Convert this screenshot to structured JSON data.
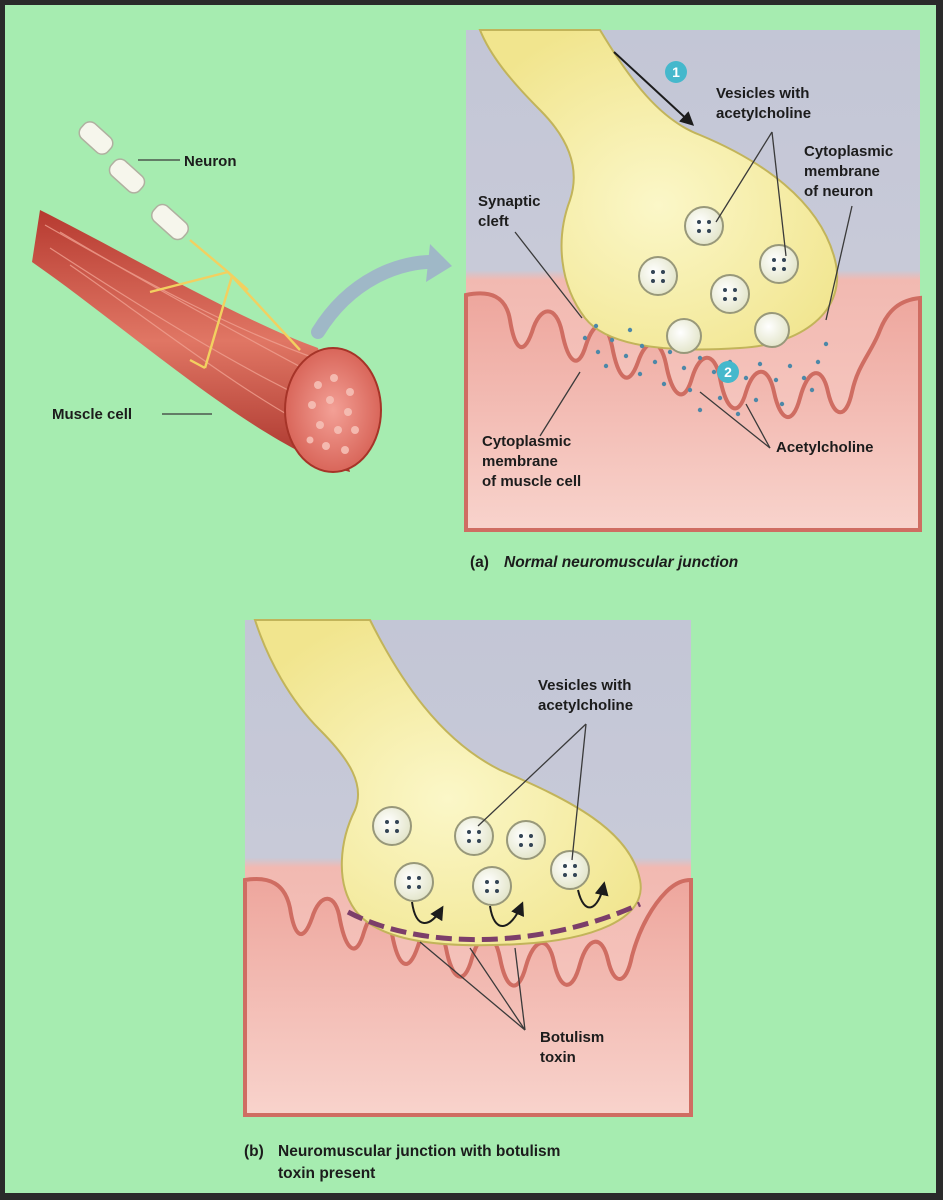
{
  "labels": {
    "neuron": "Neuron",
    "muscle_cell": "Muscle cell",
    "vesicles_a_line1": "Vesicles with",
    "vesicles_a_line2": "acetylcholine",
    "synaptic_cleft_line1": "Synaptic",
    "synaptic_cleft_line2": "cleft",
    "cyto_neuron_line1": "Cytoplasmic",
    "cyto_neuron_line2": "membrane",
    "cyto_neuron_line3": "of neuron",
    "cyto_muscle_line1": "Cytoplasmic",
    "cyto_muscle_line2": "membrane",
    "cyto_muscle_line3": "of muscle cell",
    "acetylcholine": "Acetylcholine",
    "vesicles_b_line1": "Vesicles with",
    "vesicles_b_line2": "acetylcholine",
    "botulism_line1": "Botulism",
    "botulism_line2": "toxin"
  },
  "steps": {
    "one": "1",
    "two": "2"
  },
  "captions": {
    "a_tag": "(a)",
    "a_text": "Normal neuromuscular junction",
    "b_tag": "(b)",
    "b_line1": "Neuromuscular junction with botulism",
    "b_line2": "toxin present"
  },
  "colors": {
    "background": "#a6ecb0",
    "panel_top": "#c4c8d8",
    "muscle_tissue": "#f2b8b0",
    "neuron_terminal": "#f7f0a2",
    "muscle_fiber": "#c8483c",
    "step_badge": "#45b8cc",
    "toxin": "#7c3e6a"
  }
}
